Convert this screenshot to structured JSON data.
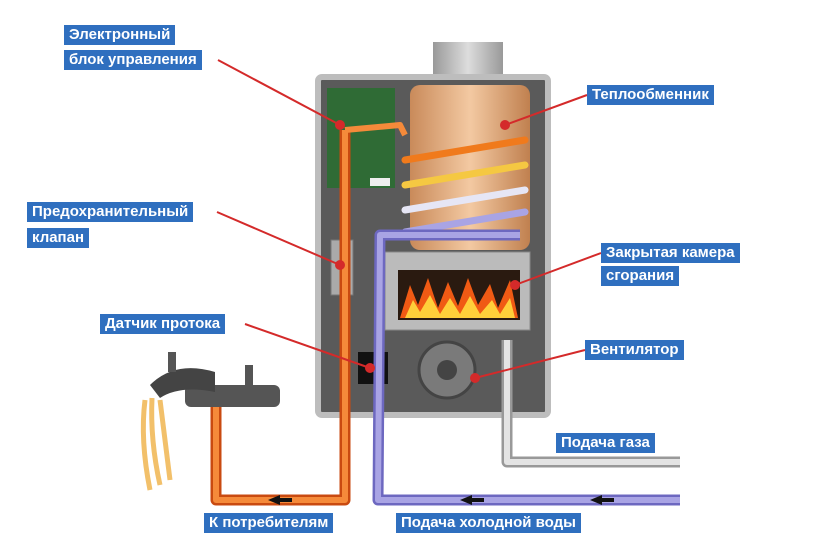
{
  "labels": {
    "control_1": "Электронный",
    "control_2": "блок управления",
    "heat_exchanger": "Теплообменник",
    "valve_1": "Предохранительный",
    "valve_2": "клапан",
    "chamber_1": "Закрытая камера",
    "chamber_2": "сгорания",
    "flow_sensor": "Датчик протока",
    "fan": "Вентилятор",
    "gas_supply": "Подача газа",
    "to_consumers": "К потребителям",
    "cold_water": "Подача холодной воды"
  },
  "colors": {
    "label_bg": "#2f6fbf",
    "leader": "#d42a2a",
    "hot_pipe": "#f26a1b",
    "cold_pipe": "#8a86d6",
    "gas_pipe": "#c9c9c9"
  }
}
